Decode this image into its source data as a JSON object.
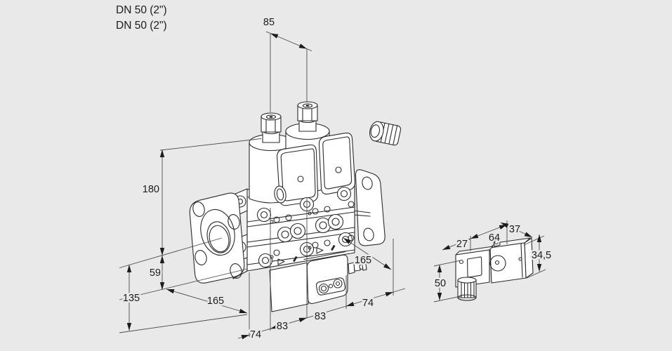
{
  "title": "Valve dimensional drawing",
  "labels": {
    "size_line1": "DN 50 (2\")",
    "size_line2": "DN 50 (2\")"
  },
  "dimensions": {
    "top_width": "85",
    "height_total": "180",
    "axis_height": "59",
    "base_height": "135",
    "length_left": "165",
    "depth_front": "74",
    "stage_spacing_1": "83",
    "stage_spacing_2": "83",
    "length_right": "165",
    "depth_right": "74"
  },
  "switch_dimensions": {
    "connector_width": "27",
    "body_length": "64",
    "body_depth": "37",
    "body_height": "34,5",
    "lower_height": "50"
  },
  "colors": {
    "background": "#e9e9e9",
    "part_line": "#2b2b2b",
    "dimension_line": "#4c4c4c",
    "text": "#1c1c1c",
    "part_fill": "#ffffff"
  }
}
